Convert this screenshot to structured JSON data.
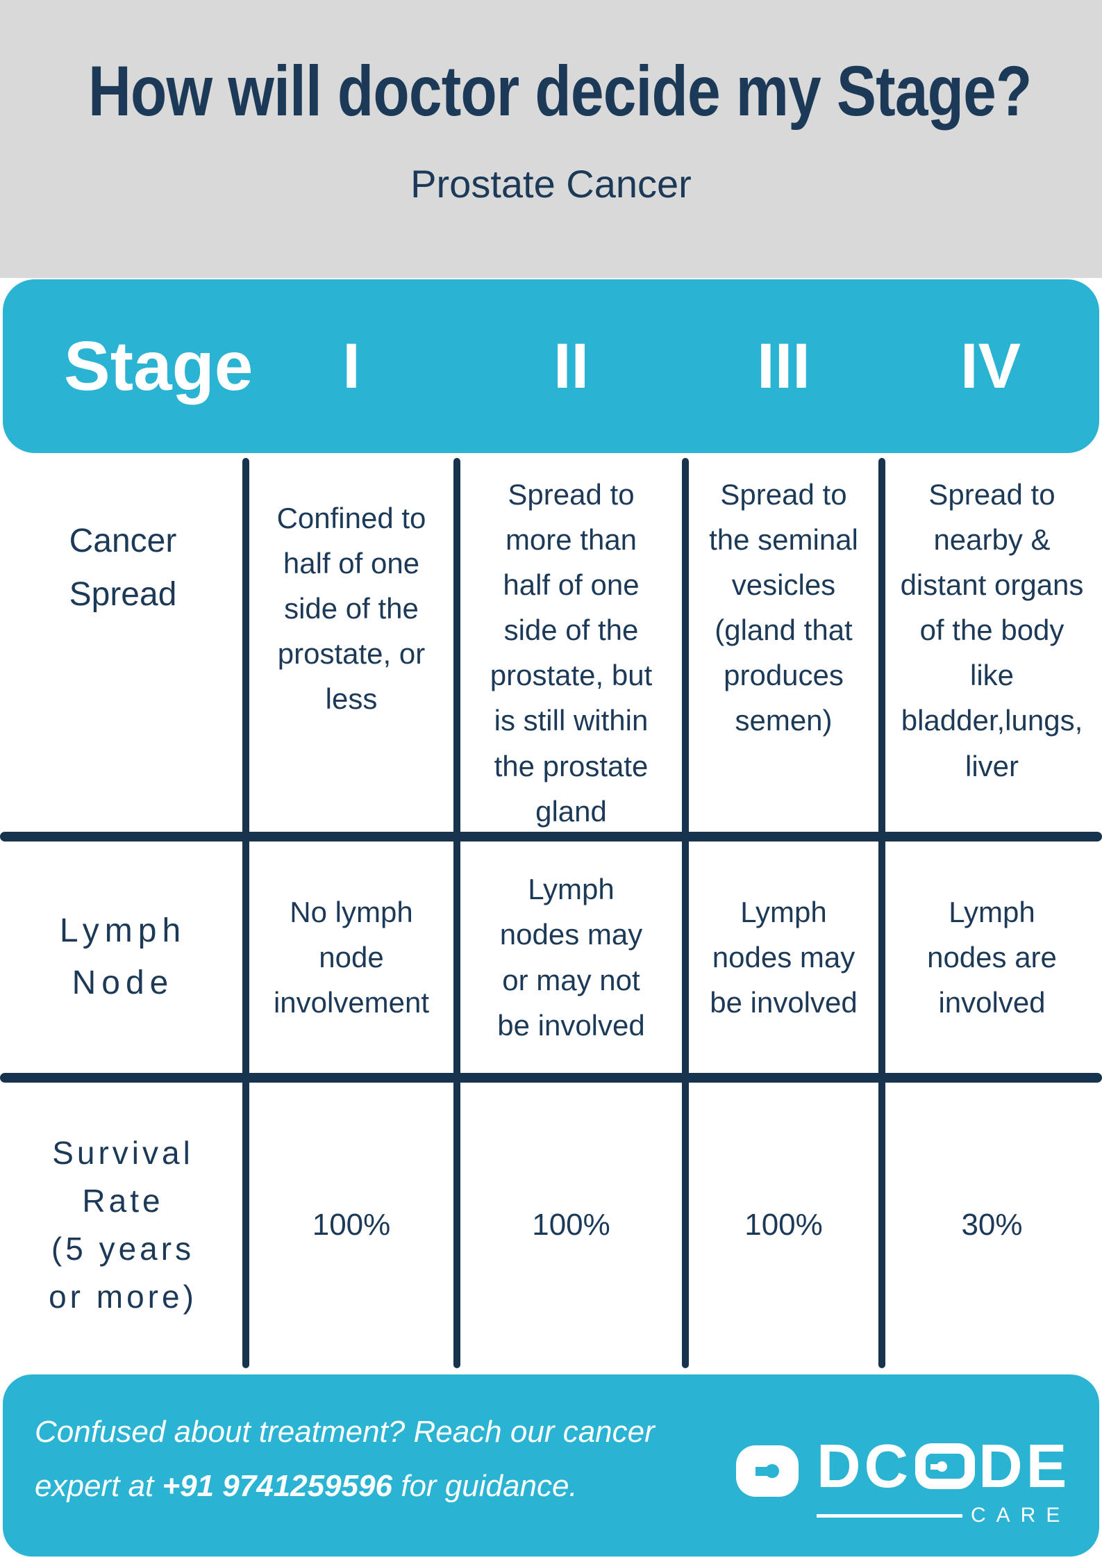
{
  "colors": {
    "cyan": "#2BB3D4",
    "navy": "#1C3A57",
    "line": "#17334E",
    "gray": "#D9D9D9",
    "white": "#FFFFFF"
  },
  "header": {
    "title": "How will doctor decide my Stage?",
    "subtitle": "Prostate Cancer"
  },
  "stage_header": {
    "label": "Stage",
    "stages": [
      "I",
      "II",
      "III",
      "IV"
    ]
  },
  "table": {
    "rows": [
      {
        "label": "Cancer\nSpread",
        "cells": [
          "Confined to\nhalf of one\nside of the\nprostate, or\nless",
          "Spread to\nmore than\nhalf of one\nside of the\nprostate, but\nis still within\nthe prostate\ngland",
          "Spread to\nthe seminal\nvesicles\n(gland that\nproduces\nsemen)",
          "Spread to\nnearby &\ndistant organs\nof the body\nlike\nbladder,lungs,\nliver"
        ]
      },
      {
        "label": "Lymph\nNode",
        "cells": [
          "No lymph\nnode\ninvolvement",
          "Lymph\nnodes may\nor may not\nbe involved",
          "Lymph\nnodes may\nbe involved",
          "Lymph\nnodes are\ninvolved"
        ]
      },
      {
        "label": "Survival\nRate\n(5 years\nor more)",
        "cells": [
          "100%",
          "100%",
          "100%",
          "30%"
        ]
      }
    ]
  },
  "footer": {
    "line1": "Confused about treatment? Reach our cancer",
    "line2_prefix": "expert at ",
    "phone": "+91 9741259596",
    "line2_suffix": " for guidance.",
    "brand_prefix": "DC",
    "brand_suffix": "DE",
    "brand_sub": "CARE"
  }
}
